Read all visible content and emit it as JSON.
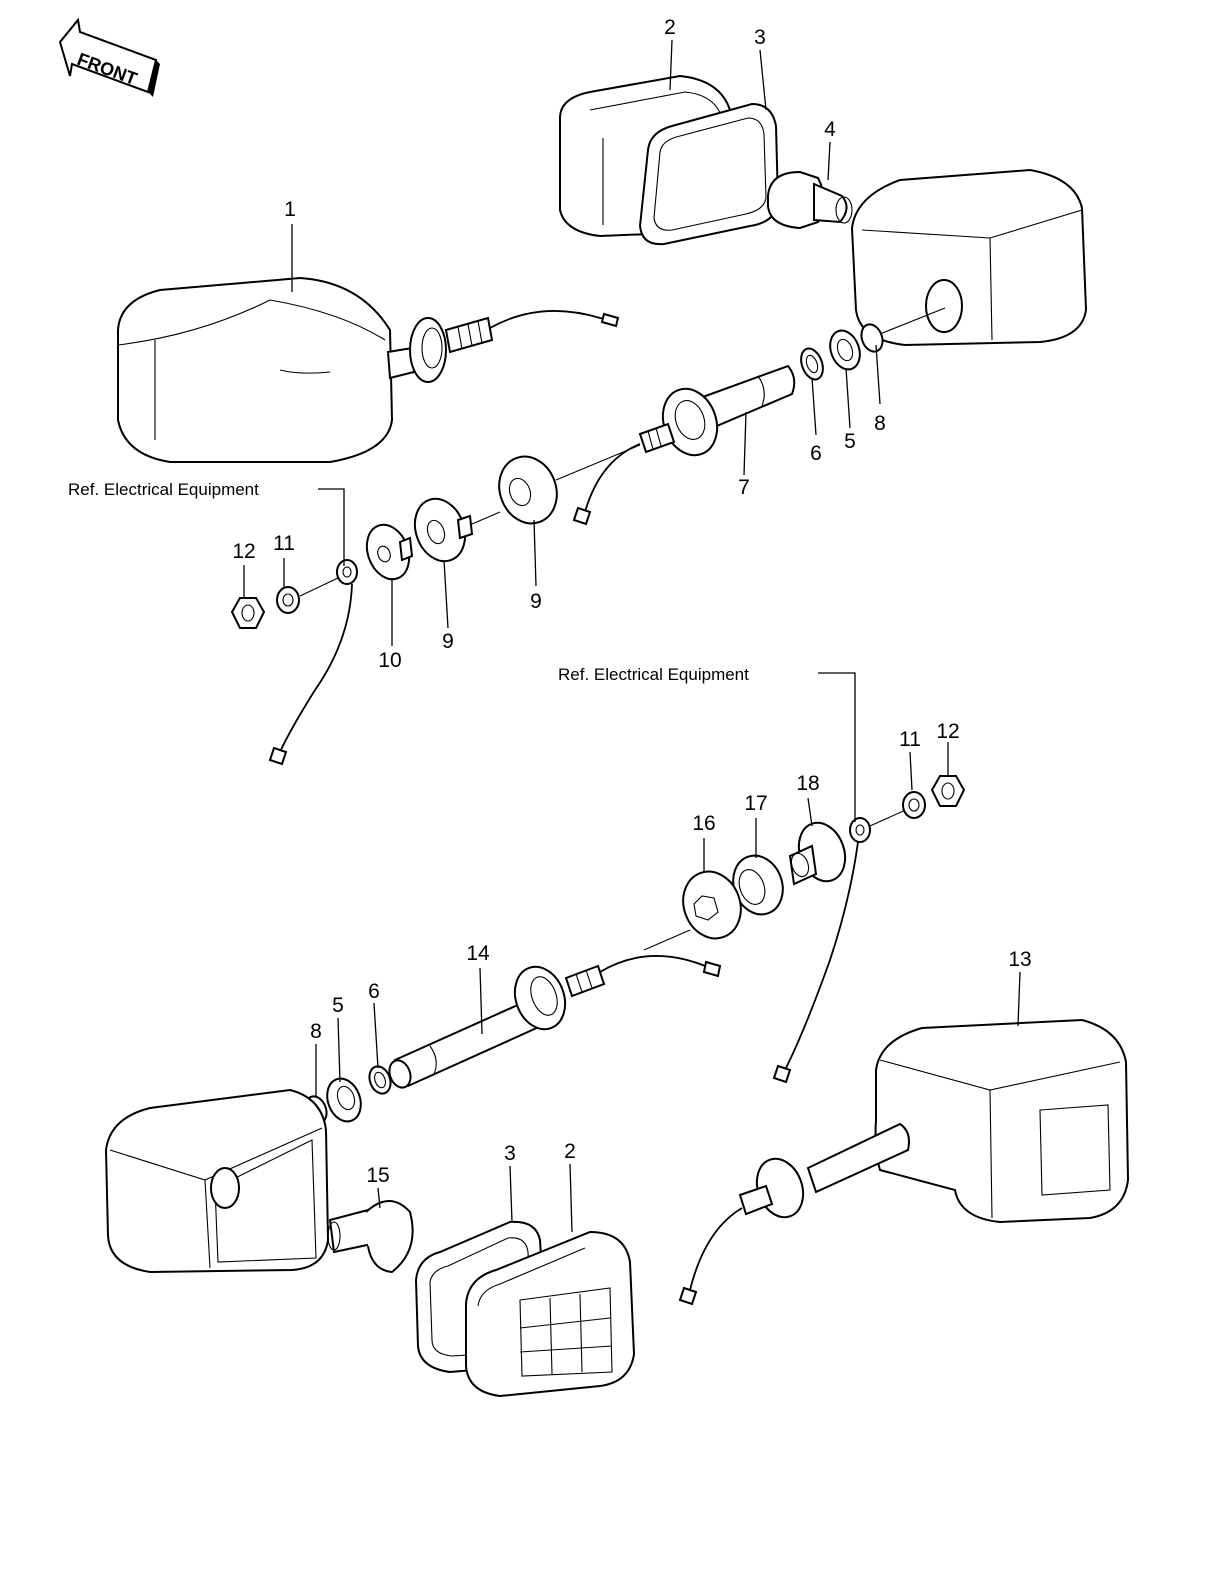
{
  "badge": {
    "front": "FRONT"
  },
  "callouts": {
    "c1": "1",
    "c2a": "2",
    "c3a": "3",
    "c4": "4",
    "c5a": "5",
    "c6a": "6",
    "c7": "7",
    "c8a": "8",
    "c9a": "9",
    "c9b": "9",
    "c10": "10",
    "c11a": "11",
    "c12a": "12",
    "c11b": "11",
    "c12b": "12",
    "c13": "13",
    "c14": "14",
    "c16": "16",
    "c17": "17",
    "c18": "18",
    "c8b": "8",
    "c5b": "5",
    "c6b": "6",
    "c15": "15",
    "c3b": "3",
    "c2b": "2"
  },
  "references": {
    "top": "Ref. Electrical Equipment",
    "bottom": "Ref. Electrical Equipment"
  }
}
